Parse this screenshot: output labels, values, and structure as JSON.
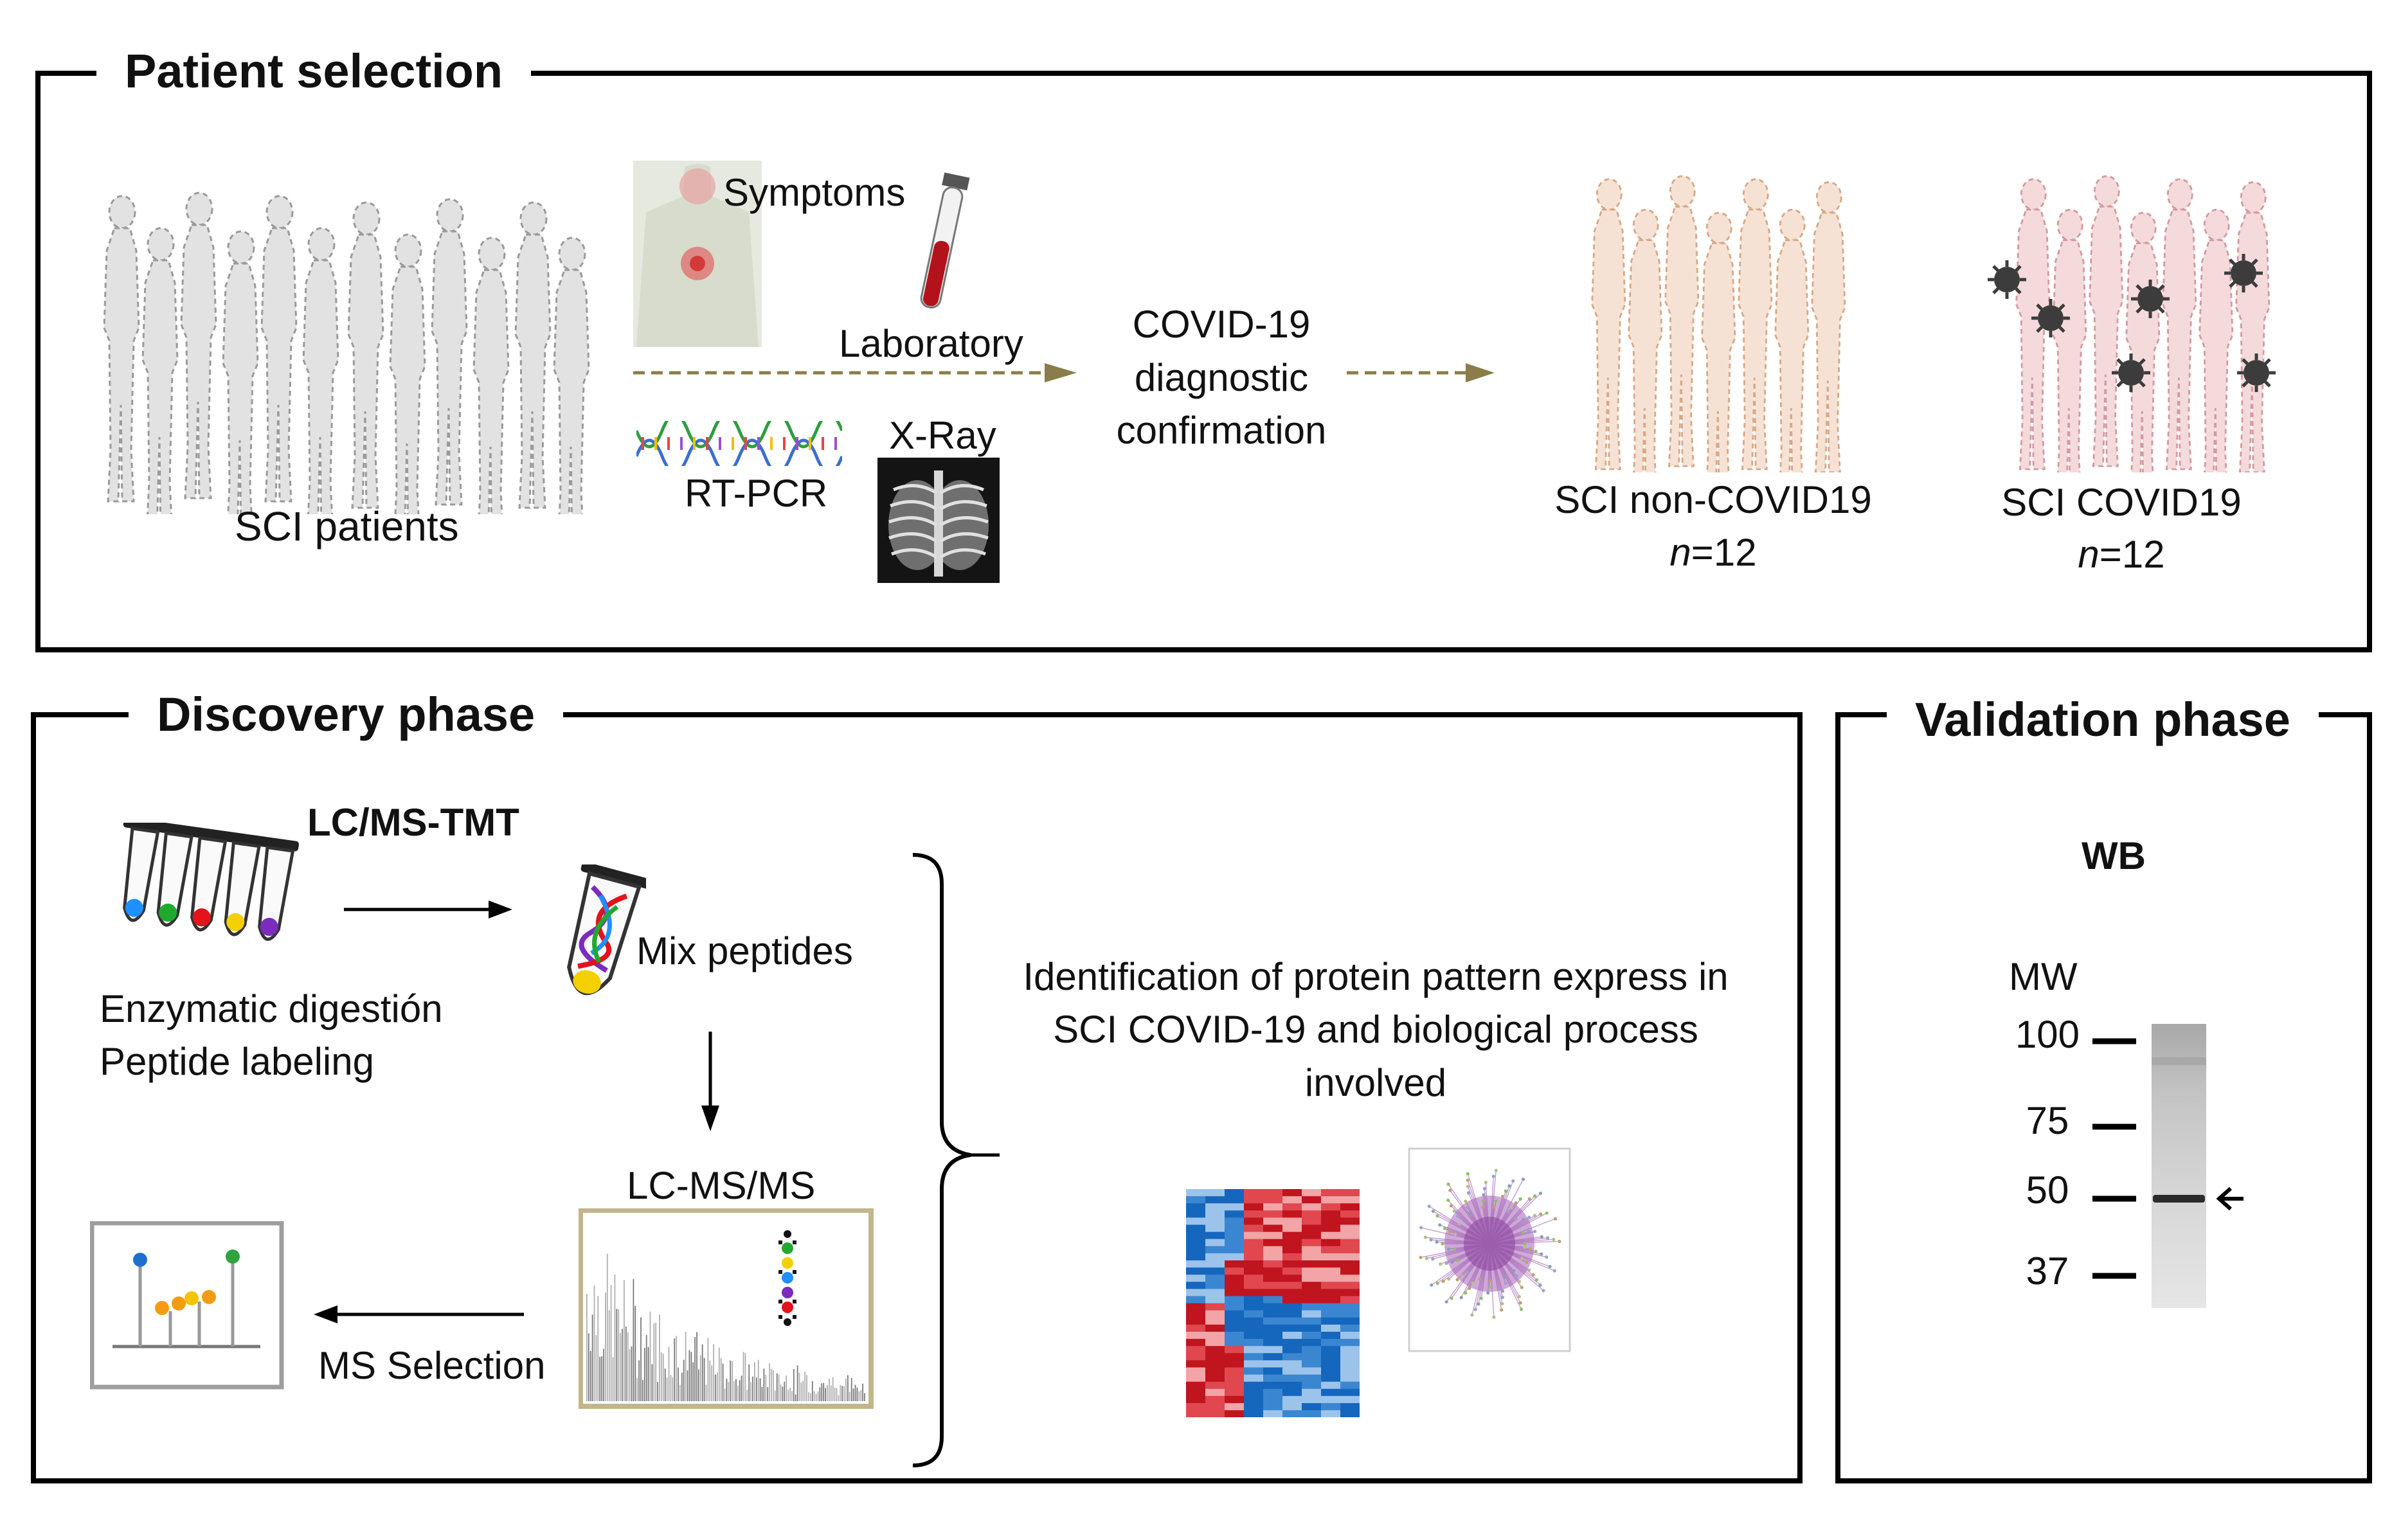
{
  "patient_selection": {
    "title": "Patient selection",
    "sci_patients_label": "SCI patients",
    "symptoms_label": "Symptoms",
    "laboratory_label": "Laboratory",
    "rtpcr_label": "RT-PCR",
    "xray_label": "X-Ray",
    "diagnostic_lines": [
      "COVID-19",
      "diagnostic",
      "confirmation"
    ],
    "groups": [
      {
        "label": "SCI non-COVID19",
        "n_prefix": "n",
        "n_value": "=12",
        "color": "#e8b89a"
      },
      {
        "label": "SCI COVID19",
        "n_prefix": "n",
        "n_value": "=12",
        "color": "#e3a7ad"
      }
    ]
  },
  "discovery_phase": {
    "title": "Discovery phase",
    "lcms_tmt_label": "LC/MS-TMT",
    "digestion_lines": [
      "Enzymatic digestión",
      "Peptide labeling"
    ],
    "mix_peptides_label": "Mix peptides",
    "lcmsms_label": "LC-MS/MS",
    "ms_selection_label": "MS Selection",
    "identification_lines": [
      "Identification of protein pattern express in",
      "SCI COVID-19 and biological process",
      "involved"
    ],
    "tube_colors": [
      "#1e90ff",
      "#1faa2e",
      "#e3121b",
      "#f4d000",
      "#7b2cbf"
    ]
  },
  "validation_phase": {
    "title": "Validation phase",
    "wb_label": "WB",
    "mw_label": "MW",
    "markers": [
      "100",
      "75",
      "50",
      "37"
    ]
  },
  "colors": {
    "dashed_arrow": "#8a7d4a",
    "silhouette_gray": "#c9c9c9",
    "frame_gold": "#c2b68a"
  }
}
